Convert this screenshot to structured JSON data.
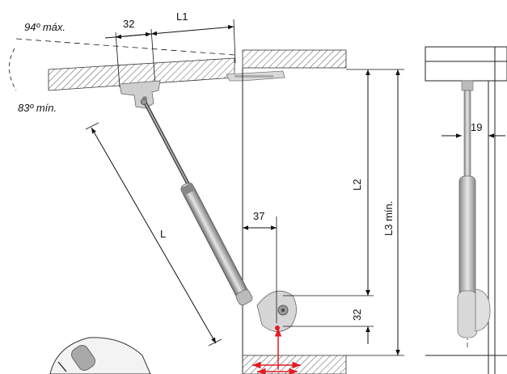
{
  "angles": {
    "max": "94º máx.",
    "min": "83º mín."
  },
  "dimensions": {
    "d32_top": "32",
    "l1": "L1",
    "l": "L",
    "d37": "37",
    "l2": "L2",
    "l3": "L3 mín.",
    "d32_side": "32",
    "d19": "19"
  },
  "colors": {
    "hatch": "#555555",
    "force_arrow": "#e31b23",
    "strut_body": "#9a9a9a"
  }
}
